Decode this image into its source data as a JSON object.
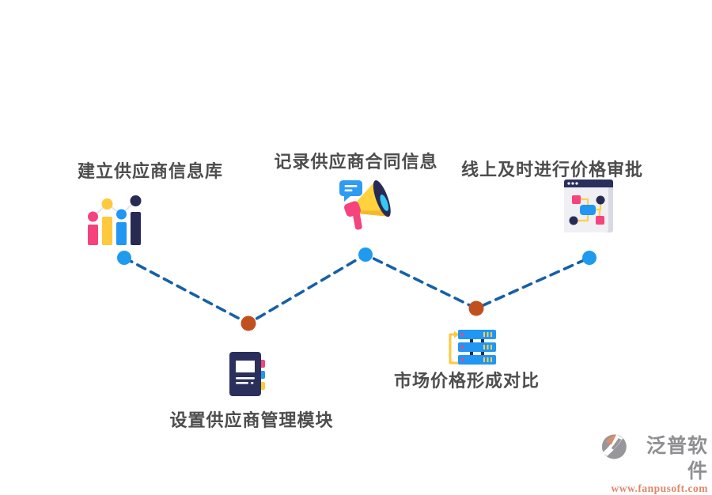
{
  "page": {
    "background": "#ffffff",
    "type": "supplier-management-flow-infographic"
  },
  "steps": [
    {
      "label": "建立供应商信息库",
      "icon": "bar-chart-icon",
      "node_color": "#1e9bef",
      "position": "top-left"
    },
    {
      "label": "设置供应商管理模块",
      "icon": "notebook-icon",
      "node_color": "#c0511f",
      "position": "bottom-center-left"
    },
    {
      "label": "记录供应商合同信息",
      "icon": "megaphone-icon",
      "node_color": "#1e9bef",
      "position": "top-center"
    },
    {
      "label": "市场价格形成对比",
      "icon": "server-compare-icon",
      "node_color": "#c0511f",
      "position": "bottom-center-right"
    },
    {
      "label": "线上及时进行价格审批",
      "icon": "approval-flow-icon",
      "node_color": "#1e9bef",
      "position": "top-right"
    }
  ],
  "watermark": {
    "brand": "泛普软件",
    "url": "www.fanpusoft.com"
  },
  "colors": {
    "label_text": "#4d4d4d",
    "connector_dash": "#1660a7",
    "node_blue": "#1e9bef",
    "node_orange": "#c0511f",
    "accent_pink": "#f5437e",
    "accent_yellow": "#ffc93d",
    "accent_blue": "#2196f3",
    "accent_navy": "#2b2f5c",
    "accent_cyan": "#35c8f5",
    "brand_gray": "#8f8f93",
    "brand_salmon": "#e0876a"
  }
}
